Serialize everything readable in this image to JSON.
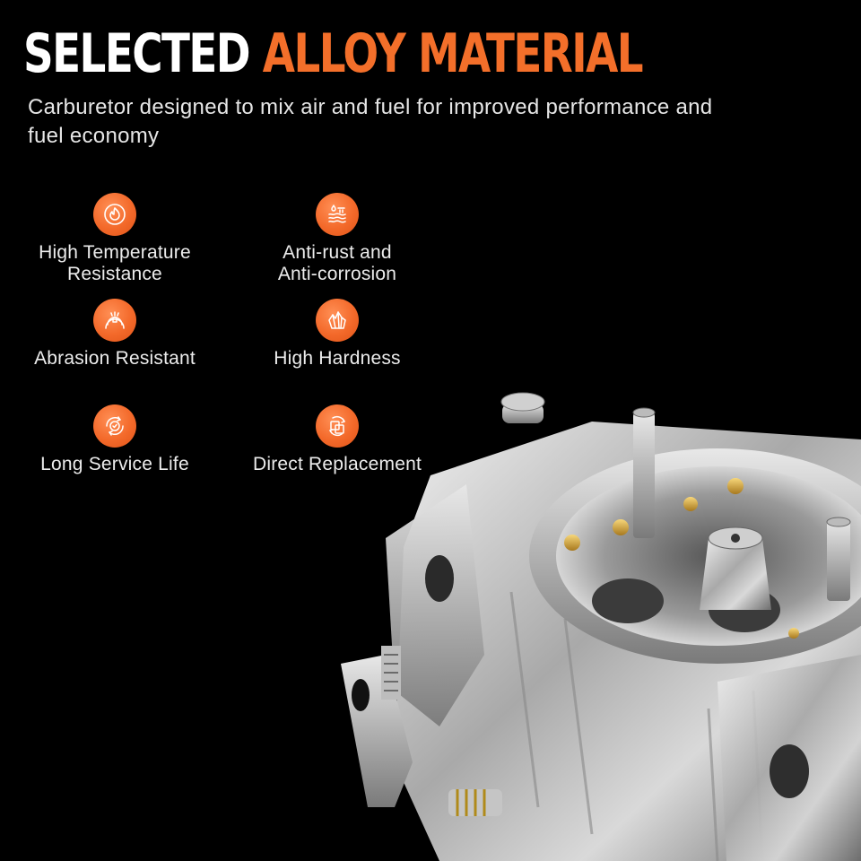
{
  "headline": {
    "white": "SELECTED",
    "orange": "ALLOY MATERIAL"
  },
  "subtitle": "Carburetor designed to mix air and fuel for improved performance and fuel economy",
  "features": [
    {
      "icon": "flame-icon",
      "label": "High Temperature\nResistance"
    },
    {
      "icon": "water-droplet-icon",
      "label": "Anti-rust and\nAnti-corrosion"
    },
    {
      "icon": "abrasion-icon",
      "label": "Abrasion Resistant"
    },
    {
      "icon": "crystal-icon",
      "label": "High Hardness"
    },
    {
      "icon": "gear-check-icon",
      "label": "Long Service Life"
    },
    {
      "icon": "replace-squares-icon",
      "label": "Direct Replacement"
    }
  ],
  "colors": {
    "accent": "#f36f2a",
    "background": "#000000",
    "text": "#ffffff"
  }
}
